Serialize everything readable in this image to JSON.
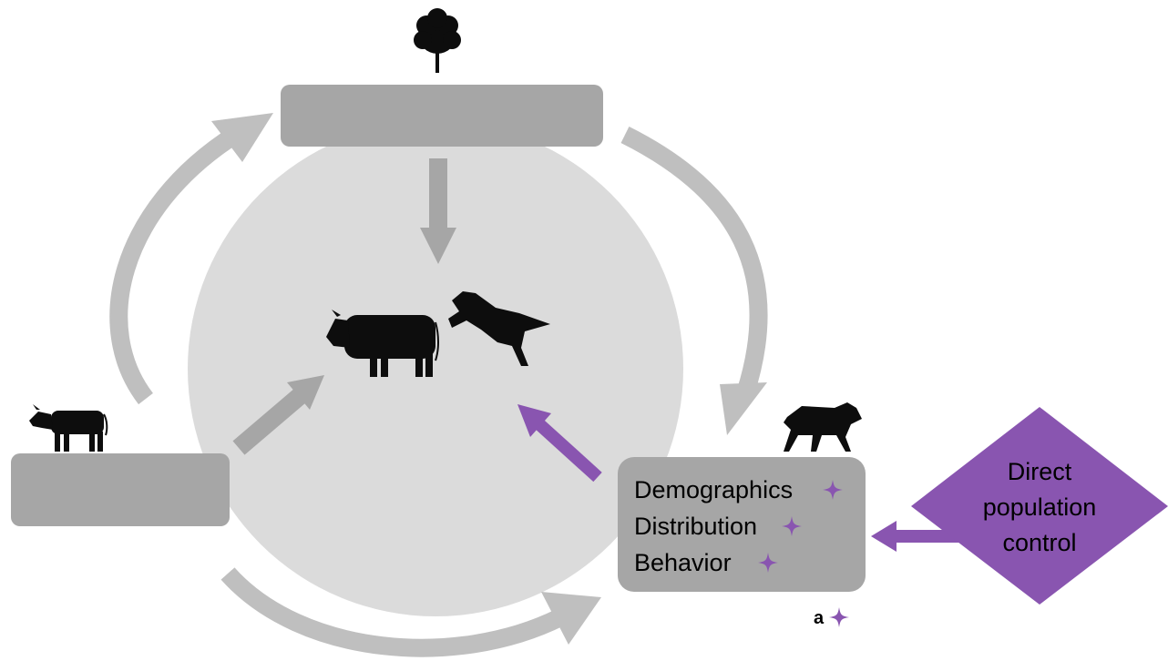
{
  "colors": {
    "box_gray": "#a6a6a6",
    "circle_gray": "#d9d9d9",
    "arrow_gray": "#bfbfbf",
    "arrow_gray_dark": "#a6a6a6",
    "accent_purple": "#8955b0",
    "silhouette": "#0d0d0d"
  },
  "icons": {
    "tree": "tree-icon",
    "cow": "cow-icon",
    "wolf": "wolf-icon",
    "sparkle": "sparkle-icon"
  },
  "carnivore_box": {
    "items": [
      {
        "label": "Demographics",
        "marked": true
      },
      {
        "label": "Distribution",
        "marked": true
      },
      {
        "label": "Behavior",
        "marked": true
      }
    ]
  },
  "management_diamond": {
    "lines": [
      "Direct",
      "population",
      "control"
    ]
  },
  "footnote": {
    "label": "a"
  }
}
